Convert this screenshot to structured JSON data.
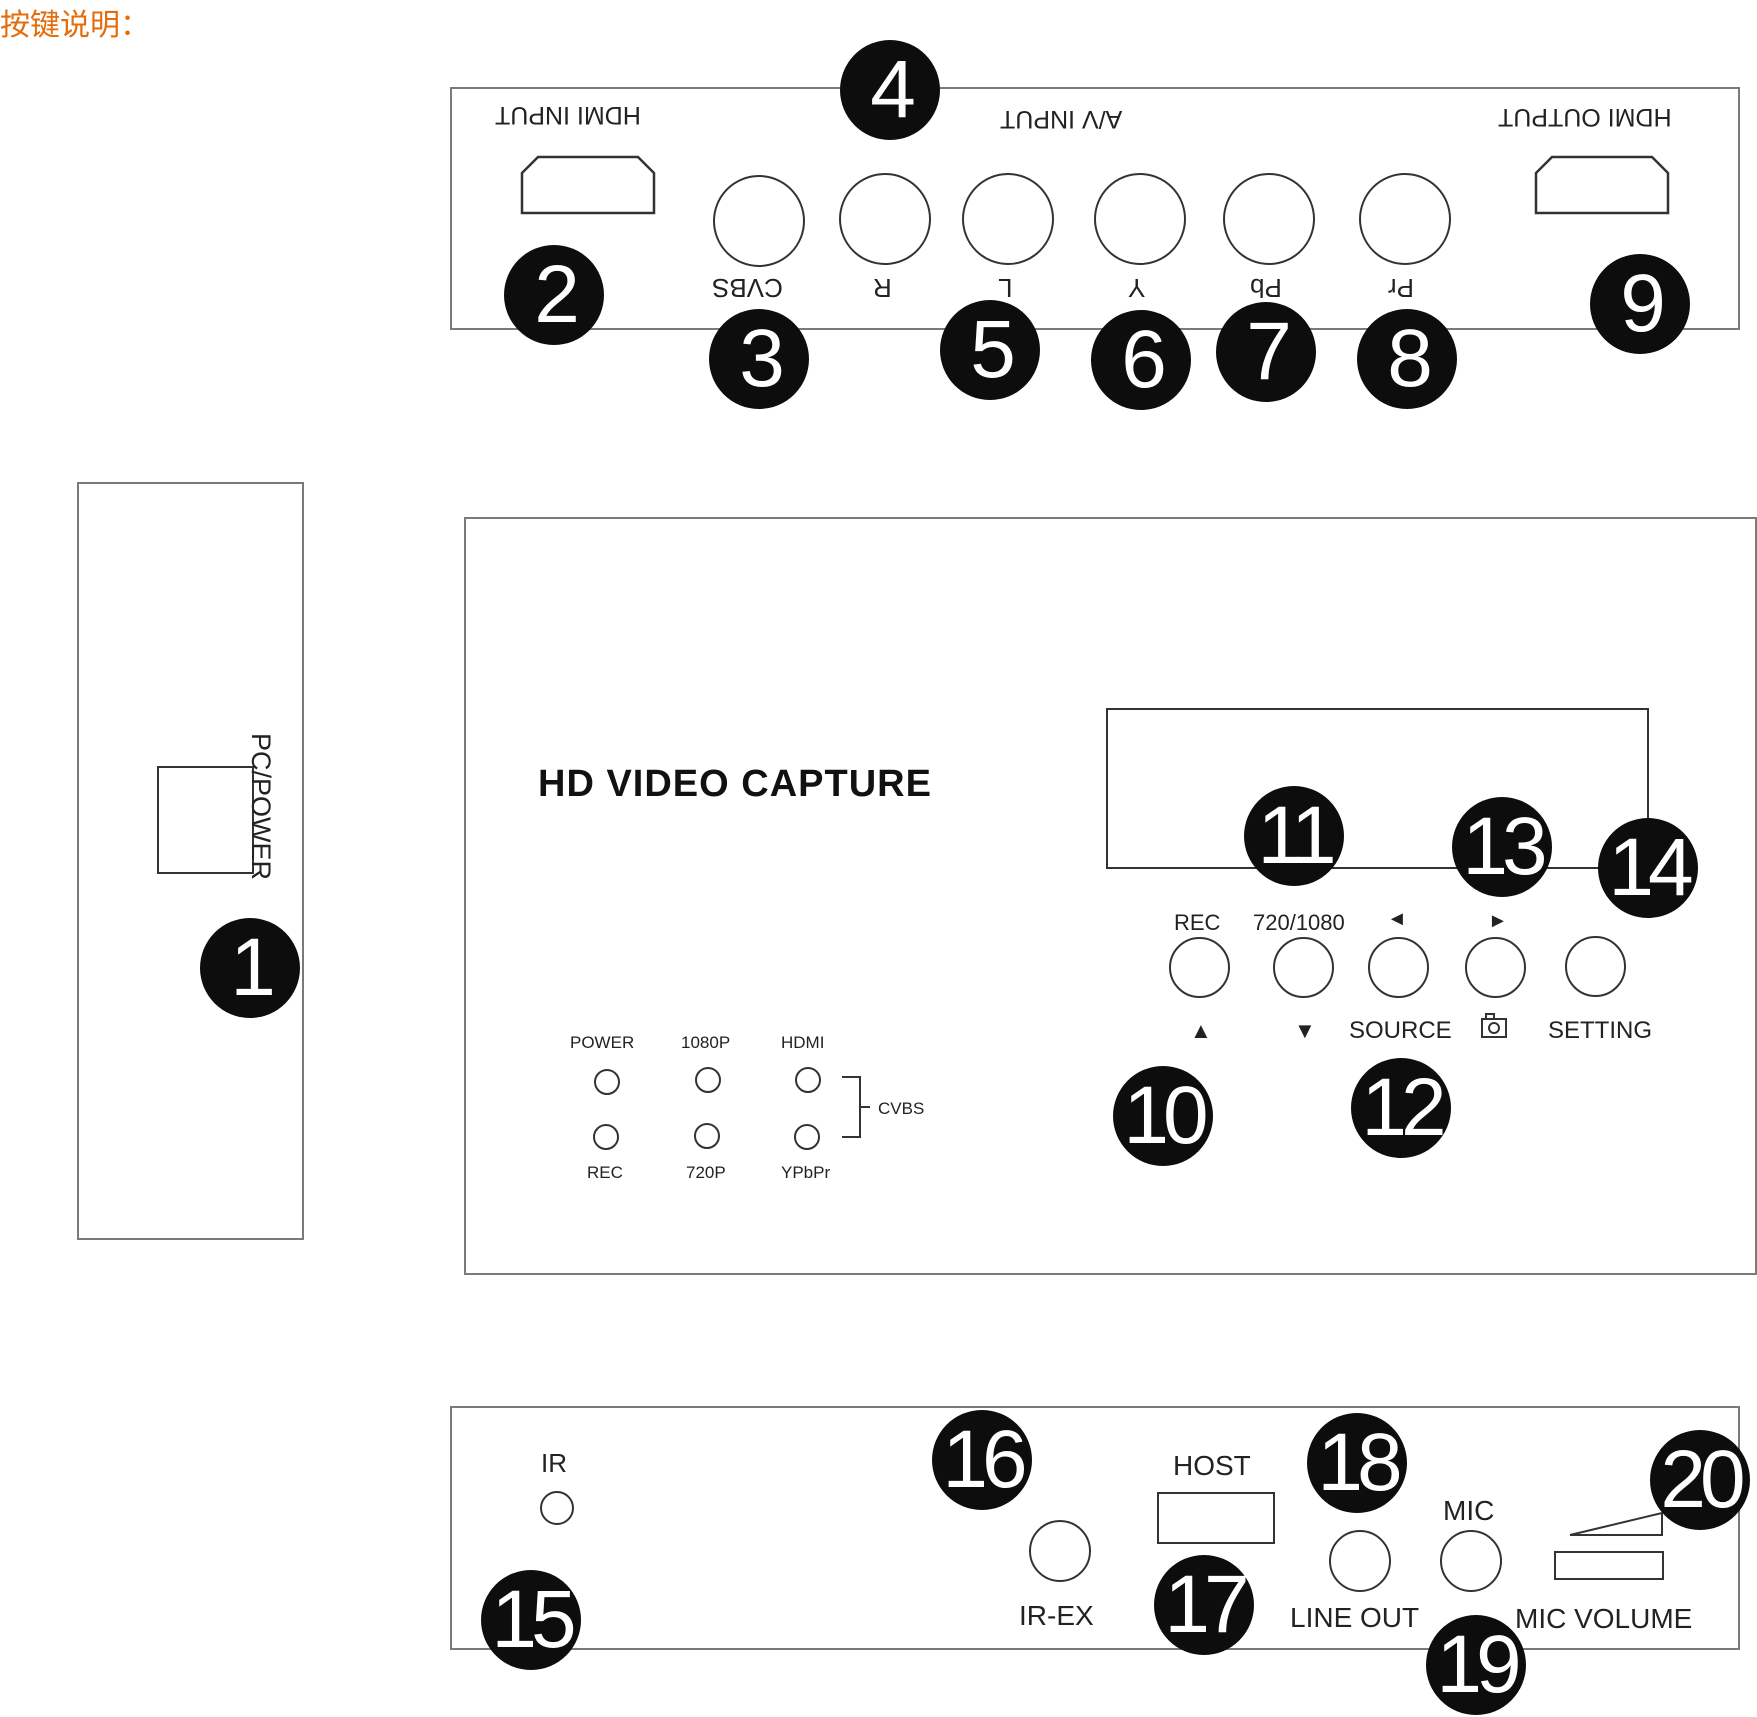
{
  "heading": "按键说明：",
  "colors": {
    "heading": "#e46c0a",
    "badge": "#0d0d0d",
    "line": "#333333",
    "panel_border": "#7a7a7a"
  },
  "top_panel": {
    "hdmi_input": "HDMI INPUT",
    "av_input": "A/V INPUT",
    "hdmi_output": "HDMI OUTPUT",
    "jacks": [
      "CVBS",
      "R",
      "L",
      "Y",
      "Pb",
      "Pr"
    ]
  },
  "side_panel": {
    "label": "PC/POWER"
  },
  "front_panel": {
    "logo": "HD VIDEO CAPTURE",
    "leds_top": [
      "POWER",
      "1080P",
      "HDMI"
    ],
    "leds_bottom": [
      "REC",
      "720P",
      "YPbPr"
    ],
    "bracket_label": "CVBS",
    "buttons_top_labels": [
      "REC",
      "720/1080",
      "◄",
      "►"
    ],
    "buttons_bottom_labels": [
      "▲",
      "▼",
      "SOURCE",
      "SETTING"
    ]
  },
  "bottom_panel": {
    "ir": "IR",
    "ir_ex": "IR-EX",
    "host": "HOST",
    "line_out": "LINE OUT",
    "mic": "MIC",
    "mic_volume": "MIC VOLUME"
  },
  "badges": [
    "1",
    "2",
    "3",
    "4",
    "5",
    "6",
    "7",
    "8",
    "9",
    "10",
    "11",
    "12",
    "13",
    "14",
    "15",
    "16",
    "17",
    "18",
    "19",
    "20"
  ]
}
